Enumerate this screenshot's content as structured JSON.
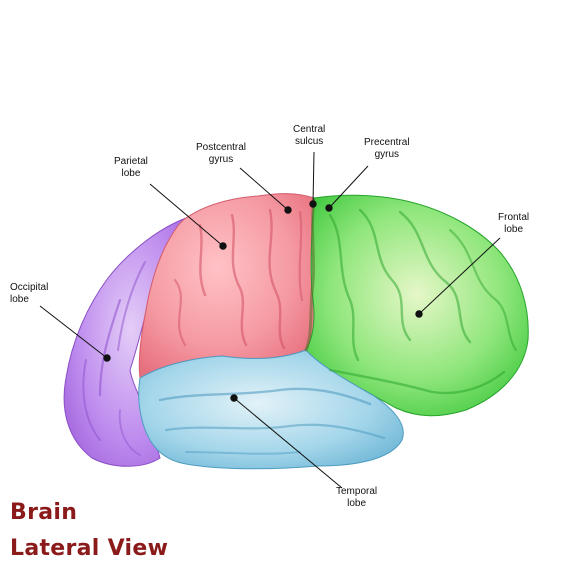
{
  "labels": {
    "central_sulcus": [
      "Central",
      "sulcus"
    ],
    "precentral_gyrus": [
      "Precentral",
      "gyrus"
    ],
    "postcentral_gyrus": [
      "Postcentral",
      "gyrus"
    ],
    "parietal_lobe": [
      "Parietal",
      "lobe"
    ],
    "frontal_lobe": [
      "Frontal",
      "lobe"
    ],
    "occipital_lobe": [
      "Occipital",
      "lobe"
    ],
    "temporal_lobe": [
      "Temporal",
      "lobe"
    ]
  },
  "title": {
    "line1": "Brain",
    "line2": "Lateral View"
  },
  "colors": {
    "parietal": "#f28a94",
    "frontal": "#5fe05a",
    "occipital": "#b57be8",
    "temporal": "#8ecbe6",
    "title": "#8b1a1a"
  }
}
